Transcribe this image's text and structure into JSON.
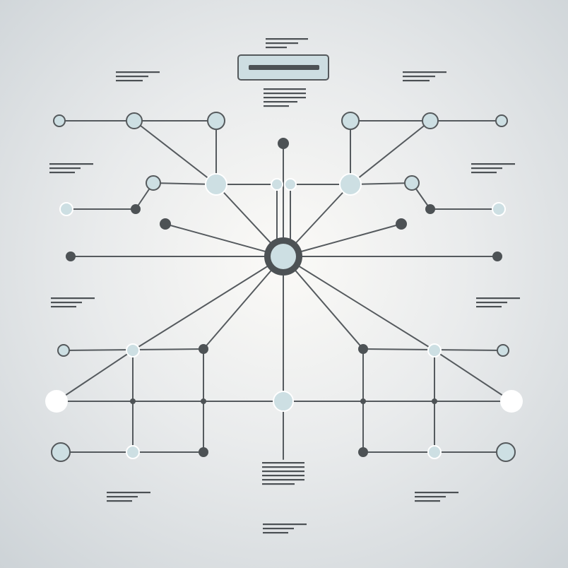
{
  "colors": {
    "line": "#555a5e",
    "node_fill": "#cddfe3",
    "node_stroke": "#55595c",
    "dark_node": "#4d5255",
    "white_node": "#ffffff",
    "placeholder": "#4b5054",
    "title_box_fill": "#cddde1"
  },
  "hub": {
    "name": "central-hub-node",
    "shape": "ring"
  },
  "node_styles": [
    "hollow",
    "dark",
    "outlined",
    "white",
    "junction"
  ],
  "placeholder_text_blocks": 13
}
